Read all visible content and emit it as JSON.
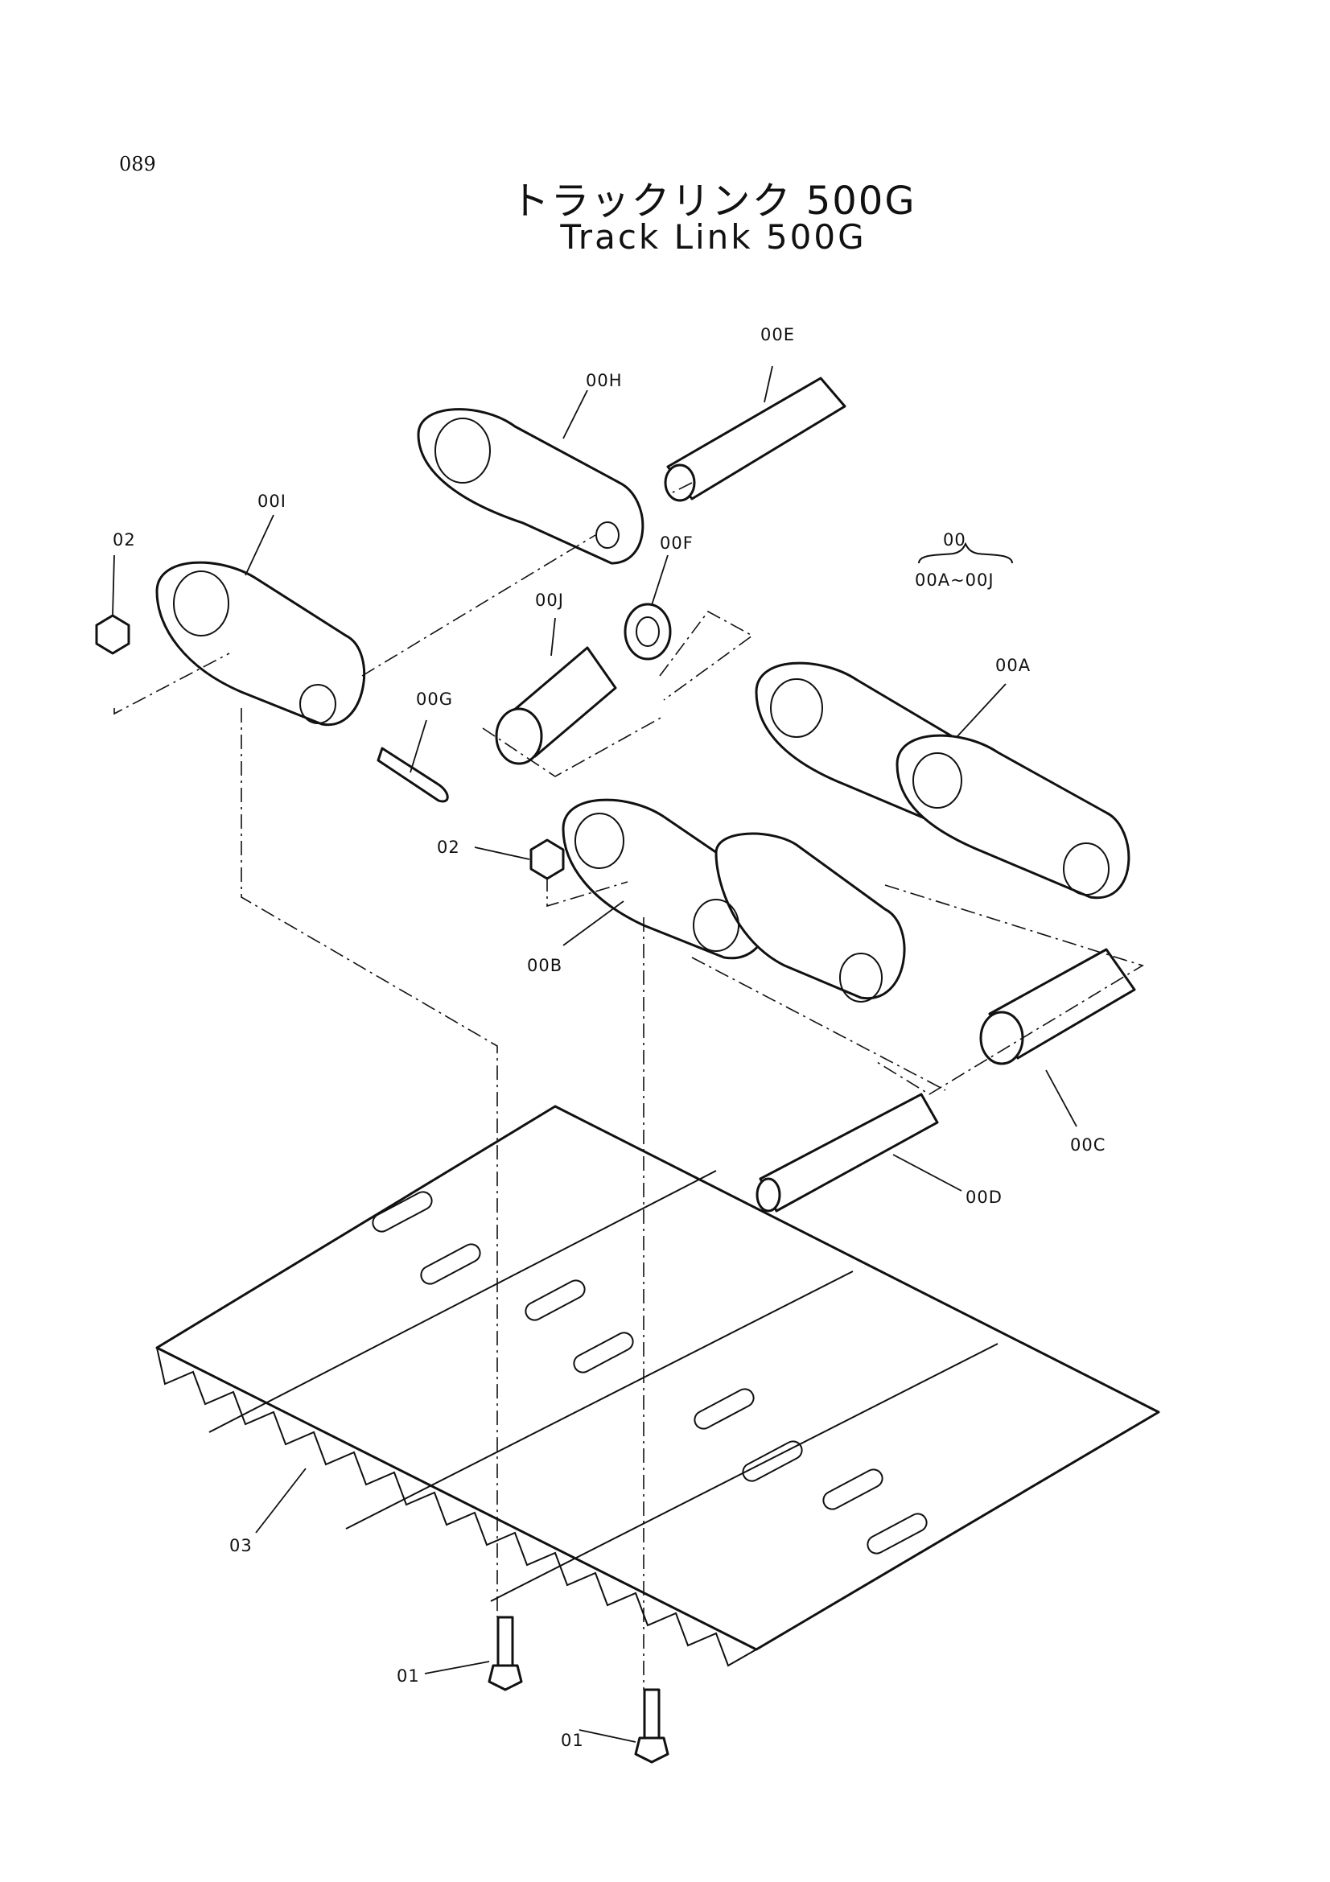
{
  "page": {
    "number": "089"
  },
  "title": {
    "japanese": "トラックリンク 500G",
    "english": "Track Link 500G"
  },
  "assembly": {
    "code": "00",
    "range": "00A~00J"
  },
  "parts": [
    {
      "id": "00E",
      "label": "00E"
    },
    {
      "id": "00H",
      "label": "00H"
    },
    {
      "id": "00I",
      "label": "00I"
    },
    {
      "id": "02a",
      "label": "02"
    },
    {
      "id": "00F",
      "label": "00F"
    },
    {
      "id": "00J",
      "label": "00J"
    },
    {
      "id": "00A",
      "label": "00A"
    },
    {
      "id": "00G",
      "label": "00G"
    },
    {
      "id": "02b",
      "label": "02"
    },
    {
      "id": "00B",
      "label": "00B"
    },
    {
      "id": "00C",
      "label": "00C"
    },
    {
      "id": "00D",
      "label": "00D"
    },
    {
      "id": "03",
      "label": "03"
    },
    {
      "id": "01a",
      "label": "01"
    },
    {
      "id": "01b",
      "label": "01"
    }
  ]
}
